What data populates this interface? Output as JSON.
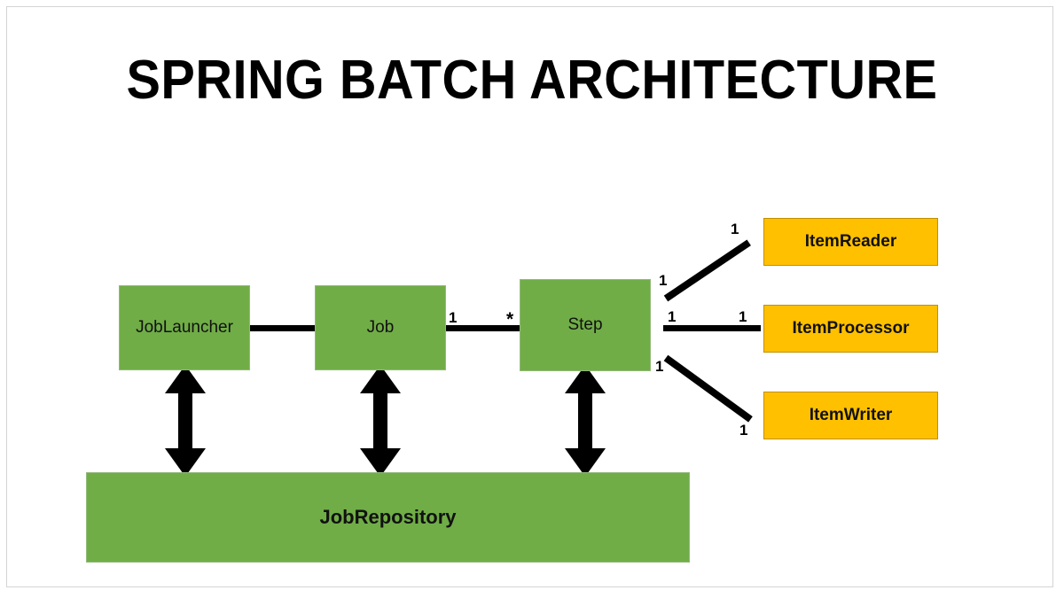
{
  "page": {
    "title": "SPRING BATCH ARCHITECTURE",
    "background_color": "#ffffff",
    "frame_color": "#d4d4d4"
  },
  "palette": {
    "green_fill": "#70ad47",
    "green_border": "#93b97a",
    "orange_fill": "#ffc000",
    "orange_border": "#bf9000",
    "line_color": "#000000",
    "text_color": "#111111"
  },
  "nodes": {
    "job_launcher": {
      "label": "JobLauncher",
      "kind": "green"
    },
    "job": {
      "label": "Job",
      "kind": "green"
    },
    "step": {
      "label": "Step",
      "kind": "green"
    },
    "item_reader": {
      "label": "ItemReader",
      "kind": "orange"
    },
    "item_processor": {
      "label": "ItemProcessor",
      "kind": "orange"
    },
    "item_writer": {
      "label": "ItemWriter",
      "kind": "orange"
    },
    "job_repository": {
      "label": "JobRepository",
      "kind": "green"
    }
  },
  "multiplicities": {
    "job_to_step_left": "1",
    "job_to_step_right": "*",
    "step_reader_near": "1",
    "step_reader_far": "1",
    "step_processor_near": "1",
    "step_processor_far": "1",
    "step_writer_near": "1",
    "step_writer_far": "1"
  },
  "connectors": [
    {
      "name": "joblauncher-to-job",
      "from": "job_launcher",
      "to": "job",
      "style": "solid-line"
    },
    {
      "name": "job-to-step",
      "from": "job",
      "to": "step",
      "style": "solid-line"
    },
    {
      "name": "step-to-itemreader",
      "from": "step",
      "to": "item_reader",
      "style": "diagonal-line"
    },
    {
      "name": "step-to-itemprocessor",
      "from": "step",
      "to": "item_processor",
      "style": "solid-line"
    },
    {
      "name": "step-to-itemwriter",
      "from": "step",
      "to": "item_writer",
      "style": "diagonal-line"
    },
    {
      "name": "joblauncher-to-jobrepository",
      "from": "job_launcher",
      "to": "job_repository",
      "style": "double-arrow"
    },
    {
      "name": "job-to-jobrepository",
      "from": "job",
      "to": "job_repository",
      "style": "double-arrow"
    },
    {
      "name": "step-to-jobrepository",
      "from": "step",
      "to": "job_repository",
      "style": "double-arrow"
    }
  ]
}
